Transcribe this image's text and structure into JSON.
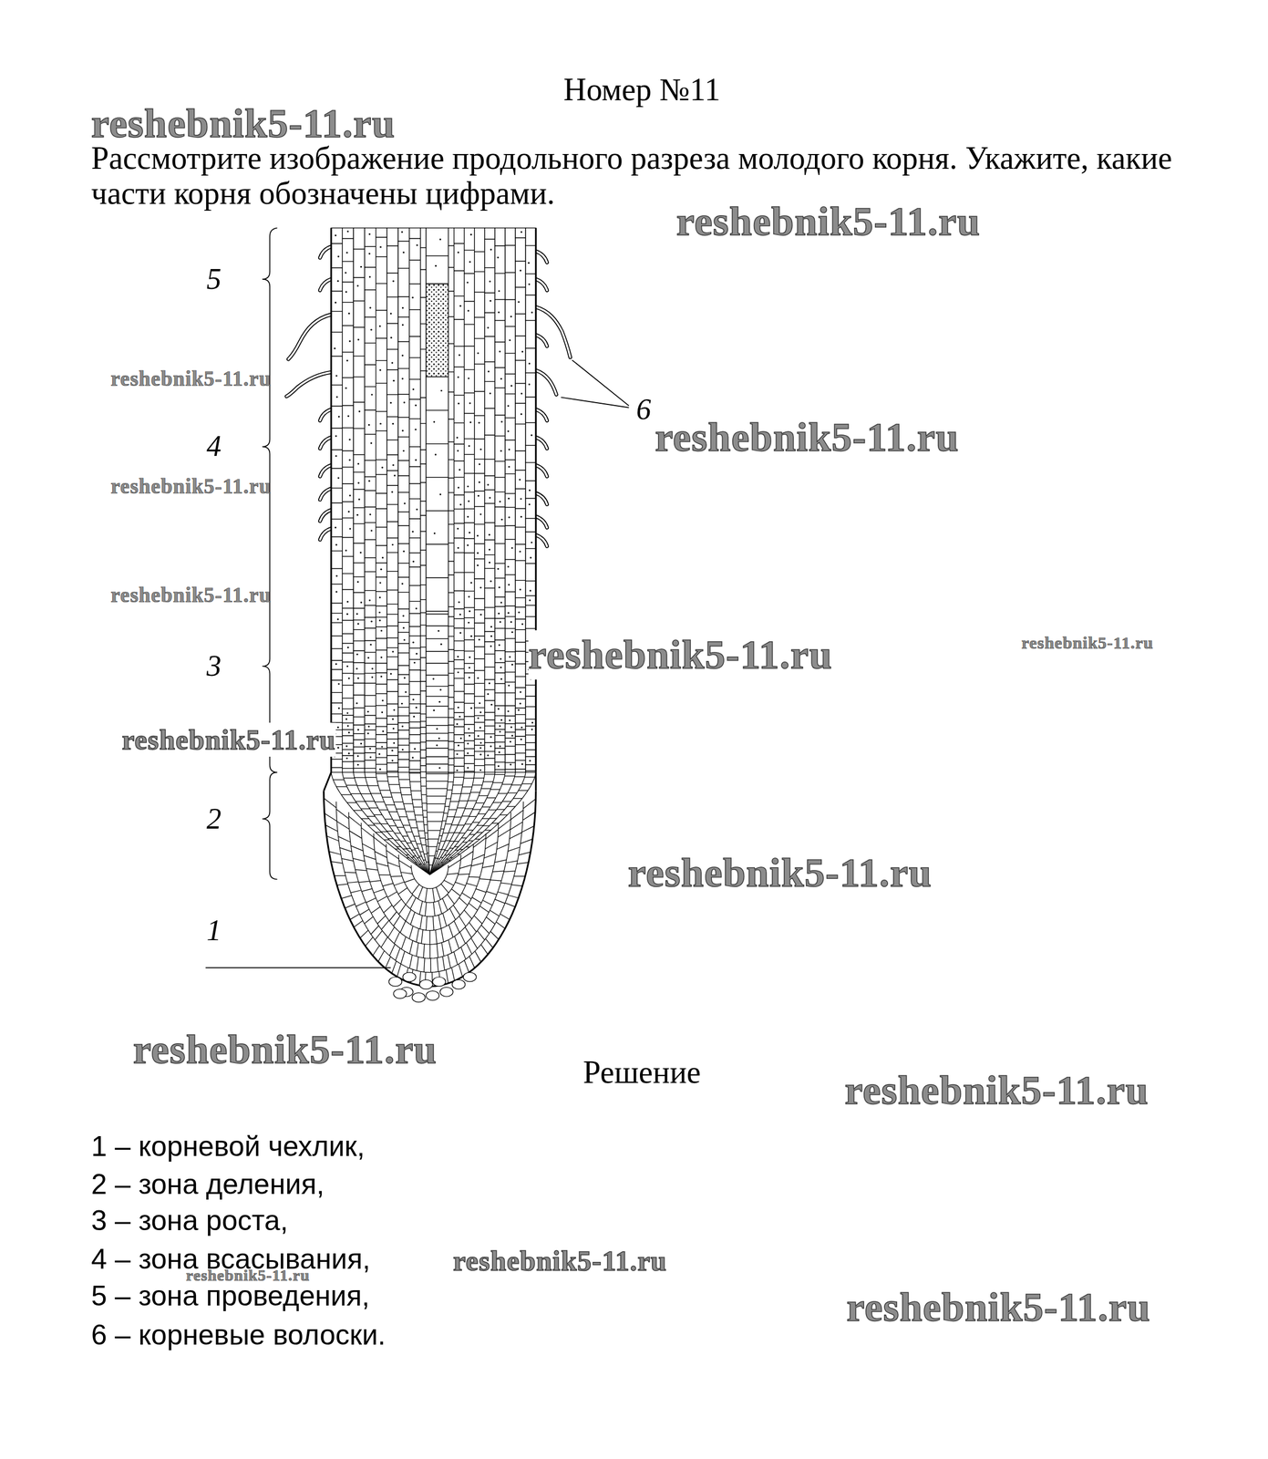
{
  "diagram": {
    "title": "Номер №11",
    "labels": [
      "reshebnik5-11.ru",
      "Рассмотрите изображение продольного разреза молодого корня. Укажите, какие части корня обозначены цифрами.",
      "reshebnik5-11.ru",
      "5",
      "reshebnik5-11.ru",
      "6",
      "reshebnik5-11.ru",
      "4",
      "reshebnik5-11.ru",
      "reshebnik5-11.ru",
      "reshebnik5-11.ru",
      "3",
      "reshebnik5-11.ru",
      "reshebnik5-11.ru",
      "2",
      "reshebnik5-11.ru",
      "1",
      "reshebnik5-11.ru",
      "Решение",
      "reshebnik5-11.ru",
      "1 – корневой чехлик,",
      "2 – зона деления,",
      "3 – зона роста,",
      "4 – зона всасывания,",
      "reshebnik5-11.ru",
      "reshebnik5-11.ru",
      "5 – зона проведения,",
      "reshebnik5-11.ru",
      "6 – корневые волоски."
    ]
  }
}
